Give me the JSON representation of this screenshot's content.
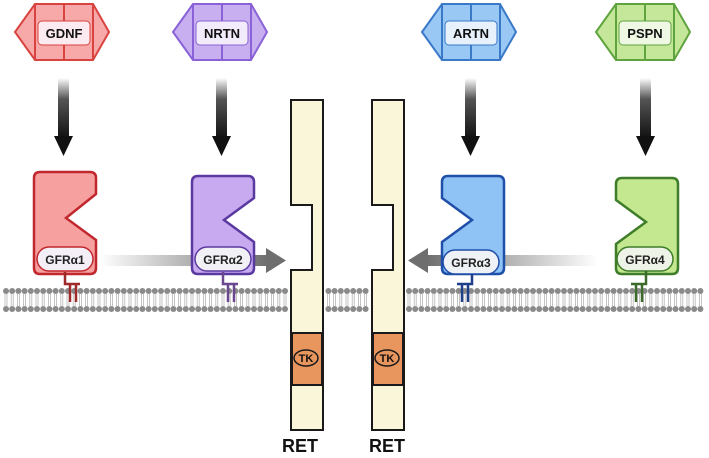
{
  "ligands": [
    {
      "label": "GDNF",
      "fill": "#f7a9a9",
      "stroke": "#d9433f"
    },
    {
      "label": "NRTN",
      "fill": "#c8b0f0",
      "stroke": "#8a61d6"
    },
    {
      "label": "ARTN",
      "fill": "#98c8f3",
      "stroke": "#3a79c8"
    },
    {
      "label": "PSPN",
      "fill": "#c5e79a",
      "stroke": "#5fa33e"
    }
  ],
  "receptors": [
    {
      "label": "GFRα1",
      "fill": "#f7a0a0",
      "stroke": "#c0282d",
      "anchor": "#9e2a2a"
    },
    {
      "label": "GFRα2",
      "fill": "#c8aaf0",
      "stroke": "#5a3aa0",
      "anchor": "#6b4790"
    },
    {
      "label": "GFRα3",
      "fill": "#8fc3f5",
      "stroke": "#1f4fa8",
      "anchor": "#1f3f8a"
    },
    {
      "label": "GFRα4",
      "fill": "#c4e88f",
      "stroke": "#3f7d2a",
      "anchor": "#3b6a2a"
    }
  ],
  "ret": [
    {
      "label": "RET",
      "kinase_label": "TK"
    },
    {
      "label": "RET",
      "kinase_label": "TK"
    }
  ],
  "colors": {
    "ret_fill": "#f9f6d9",
    "ret_stroke": "#1a1a1a",
    "kinase_fill": "#e8955e",
    "membrane": "#8a8a8a",
    "arrow_dark": "#111111",
    "arrow_gray": "#777777"
  }
}
